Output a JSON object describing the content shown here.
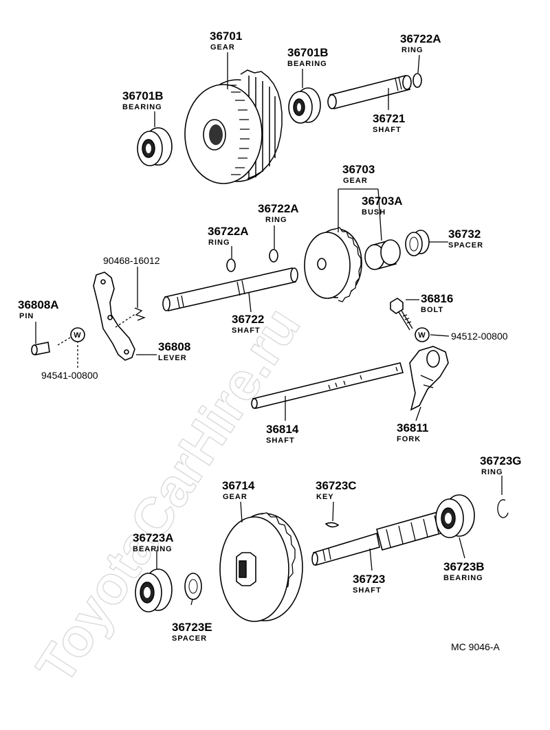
{
  "diagram_ref": "MC  9046-A",
  "watermark": "ToyotaCarHire.ru",
  "washer_symbol": "W",
  "callouts": {
    "gear_36701": {
      "number": "36701",
      "name": "GEAR"
    },
    "bearing_36701b_left": {
      "number": "36701B",
      "name": "BEARING"
    },
    "bearing_36701b_right": {
      "number": "36701B",
      "name": "BEARING"
    },
    "ring_36722a_top": {
      "number": "36722A",
      "name": "RING"
    },
    "shaft_36721": {
      "number": "36721",
      "name": "SHAFT"
    },
    "gear_36703": {
      "number": "36703",
      "name": "GEAR"
    },
    "bush_36703a": {
      "number": "36703A",
      "name": "BUSH"
    },
    "spacer_36732": {
      "number": "36732",
      "name": "SPACER"
    },
    "ring_36722a_mid_right": {
      "number": "36722A",
      "name": "RING"
    },
    "ring_36722a_mid_left": {
      "number": "36722A",
      "name": "RING"
    },
    "pin_90468": {
      "number": "90468-16012",
      "name": ""
    },
    "pin_36808a": {
      "number": "36808A",
      "name": "PIN"
    },
    "shaft_36722": {
      "number": "36722",
      "name": "SHAFT"
    },
    "lever_36808": {
      "number": "36808",
      "name": "LEVER"
    },
    "washer_94541": {
      "number": "94541-00800",
      "name": ""
    },
    "bolt_36816": {
      "number": "36816",
      "name": "BOLT"
    },
    "washer_94512": {
      "number": "94512-00800",
      "name": ""
    },
    "shaft_36814": {
      "number": "36814",
      "name": "SHAFT"
    },
    "fork_36811": {
      "number": "36811",
      "name": "FORK"
    },
    "gear_36714": {
      "number": "36714",
      "name": "GEAR"
    },
    "key_36723c": {
      "number": "36723C",
      "name": "KEY"
    },
    "ring_36723g": {
      "number": "36723G",
      "name": "RING"
    },
    "bearing_36723a": {
      "number": "36723A",
      "name": "BEARING"
    },
    "spacer_36723e": {
      "number": "36723E",
      "name": "SPACER"
    },
    "shaft_36723": {
      "number": "36723",
      "name": "SHAFT"
    },
    "bearing_36723b": {
      "number": "36723B",
      "name": "BEARING"
    }
  }
}
